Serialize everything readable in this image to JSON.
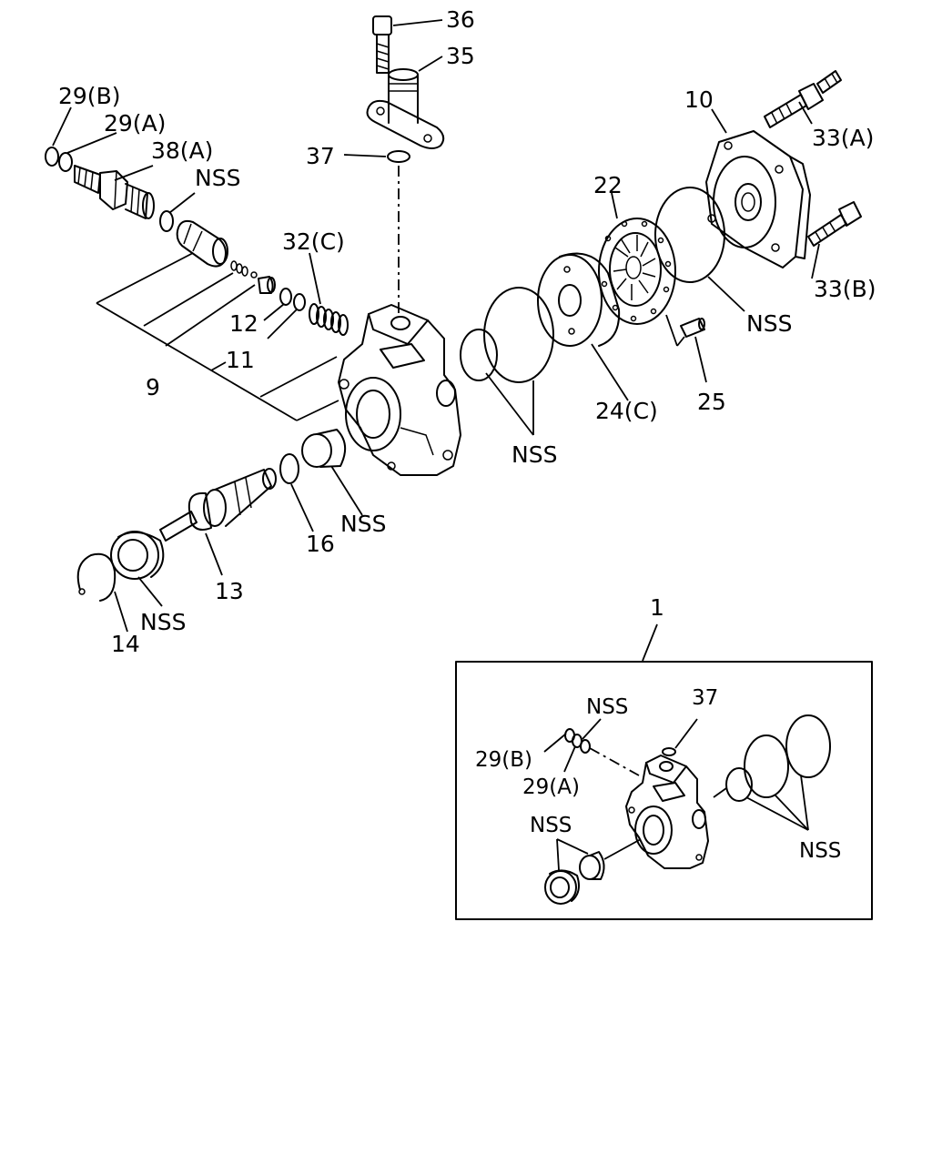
{
  "labels": {
    "l36": "36",
    "l35": "35",
    "l37": "37",
    "l29b": "29(B)",
    "l29a": "29(A)",
    "l38a": "38(A)",
    "lnss_top": "NSS",
    "l32c": "32(C)",
    "l12": "12",
    "l11": "11",
    "l9": "9",
    "l10": "10",
    "l33a": "33(A)",
    "l33b": "33(B)",
    "l22": "22",
    "lnss_cover": "NSS",
    "l25": "25",
    "l24c": "24(C)",
    "lnss_rings": "NSS",
    "lnss_bush": "NSS",
    "l16": "16",
    "l13": "13",
    "lnss_seal": "NSS",
    "l14": "14",
    "l1": "1"
  },
  "inset": {
    "lnss_a": "NSS",
    "l37": "37",
    "l29b": "29(B)",
    "l29a": "29(A)",
    "lnss_b": "NSS",
    "lnss_c": "NSS"
  }
}
